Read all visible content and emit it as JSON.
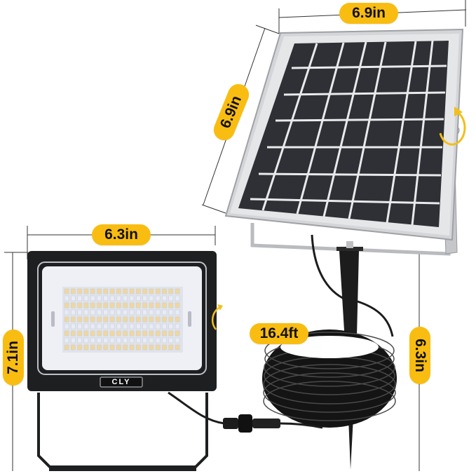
{
  "product": {
    "brand_logo": "CLY",
    "components": [
      "solar-panel",
      "flood-light",
      "ground-stake",
      "extension-cable",
      "waterproof-connector"
    ]
  },
  "dimensions": {
    "solar_panel_width": "6.9in",
    "solar_panel_height": "6.9in",
    "solar_panel_stand_height": "6.3in",
    "flood_light_width": "6.3in",
    "flood_light_height": "7.1in",
    "cable_length": "16.4ft"
  },
  "colors": {
    "label_bg": "#f9bd12",
    "label_text": "#111111",
    "light_housing": "#1e1f21",
    "panel_frame": "#c9cbcd",
    "panel_cell": "#2b2d31",
    "led_warm": "#f1d79a",
    "led_cool": "#e9ecf4",
    "rotate_arrow": "#f2bf1a"
  }
}
